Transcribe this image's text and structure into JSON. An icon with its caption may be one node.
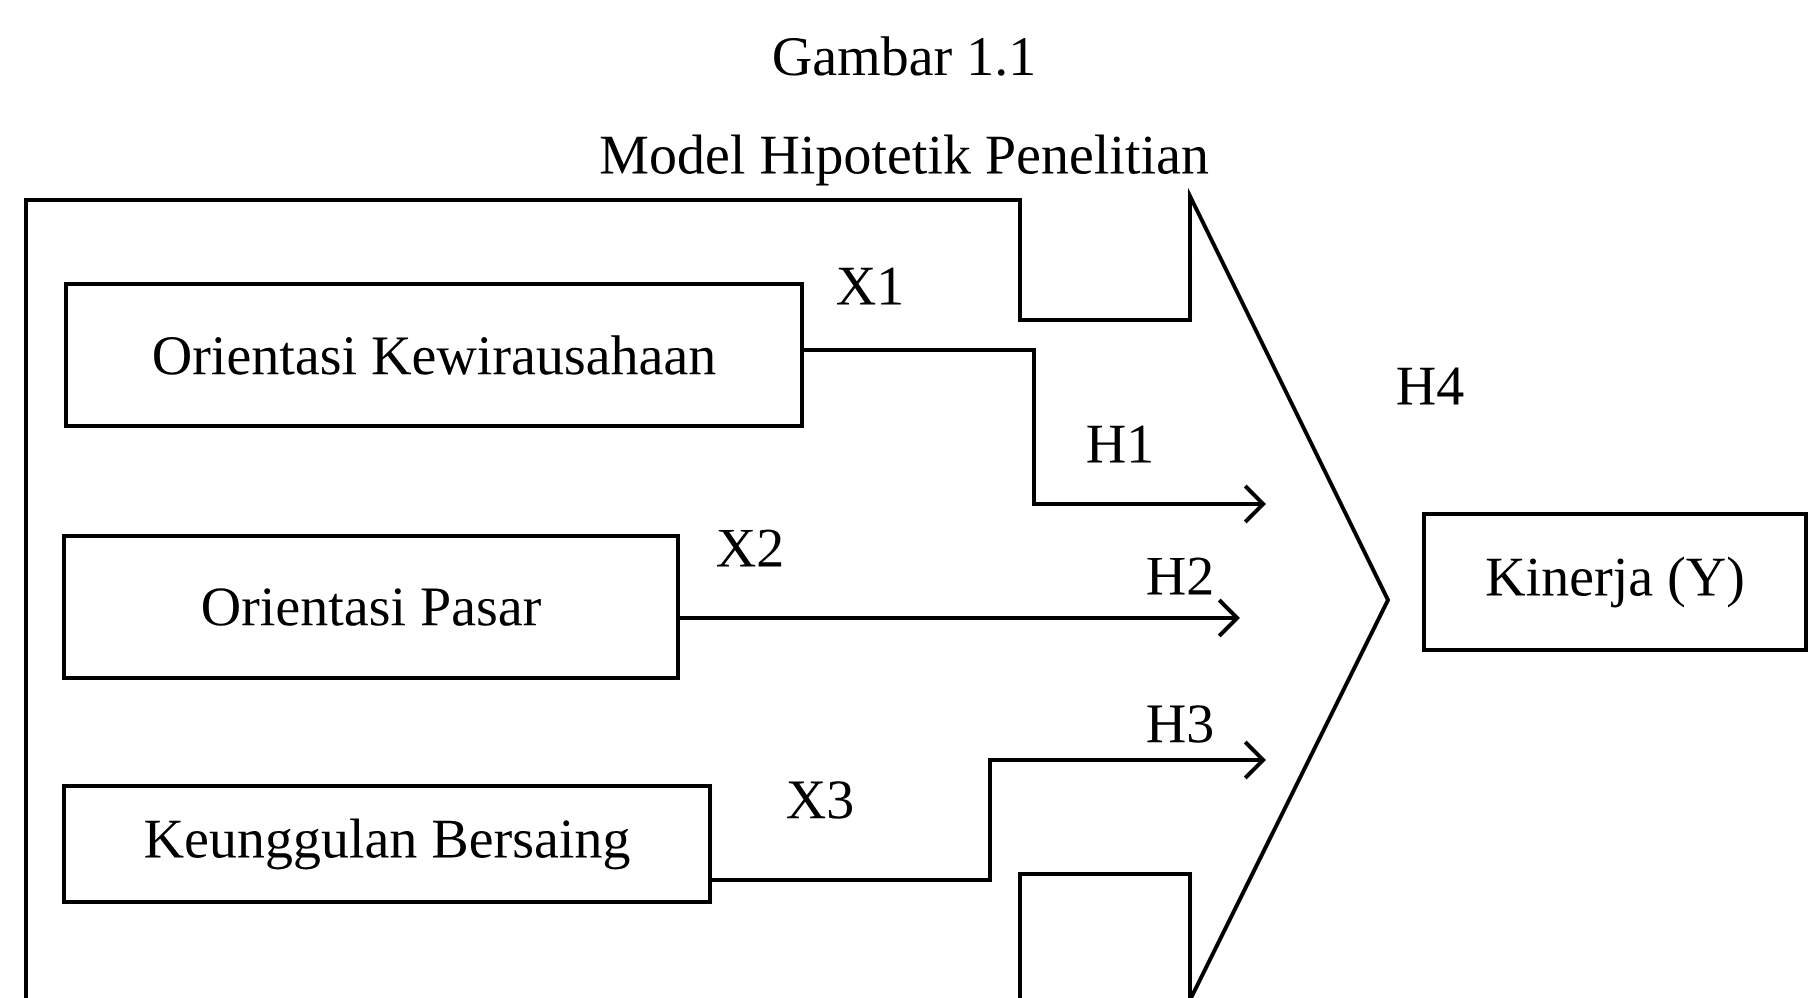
{
  "diagram": {
    "title": "Gambar 1.1",
    "nodes": [
      {
        "text": [],
        "shape": "arrow"
      },
      {
        "text": [
          "Orientasi Kewirausahaan"
        ],
        "in": 0
      },
      {
        "text": [
          "Orientasi Pasar"
        ],
        "in": 0
      },
      {
        "text": [
          "Keunggulan Bersaing"
        ],
        "in": 0
      },
      {
        "text": [
          "Kinerja (Y)"
        ]
      }
    ],
    "edges": [
      {
        "from": 1,
        "to": null,
        "arrow": "to",
        "label": "H1"
      },
      {
        "from": 2,
        "to": null,
        "arrow": "to",
        "label": "H2"
      },
      {
        "from": 3,
        "to": null,
        "arrow": "to",
        "label": "H3"
      }
    ],
    "labels": [
      "Model Hipotetik Penelitian",
      "X1",
      "X2",
      "X3",
      "H4"
    ]
  }
}
